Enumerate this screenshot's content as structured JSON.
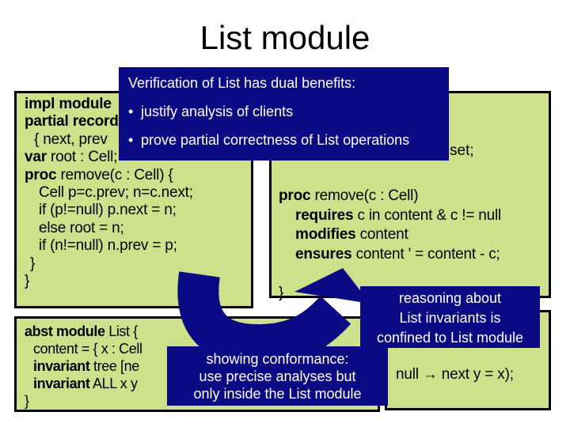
{
  "slide": {
    "title": "List module"
  },
  "colors": {
    "background": "#ffffff",
    "box_fill_green": "#cde08a",
    "box_border": "#000000",
    "callout_navy": "#0a0a84",
    "callout_text": "#ffffff",
    "code_text": "#000000"
  },
  "impl_box": {
    "lines": [
      {
        "pad": 10,
        "segs": [
          [
            "b",
            "impl module"
          ]
        ]
      },
      {
        "pad": 10,
        "segs": [
          [
            "b",
            "partial record"
          ]
        ]
      },
      {
        "pad": 22,
        "segs": [
          [
            "r",
            "{ next, prev"
          ]
        ]
      },
      {
        "pad": 10,
        "segs": [
          [
            "b",
            "var"
          ],
          [
            "r",
            " root : Cell;"
          ]
        ]
      },
      {
        "pad": 10,
        "segs": [
          [
            "b",
            "proc"
          ],
          [
            "r",
            " remove(c : Cell) {"
          ]
        ]
      },
      {
        "pad": 28,
        "segs": [
          [
            "r",
            "Cell p=c.prev; n=c.next;"
          ]
        ]
      },
      {
        "pad": 28,
        "segs": [
          [
            "r",
            "if (p!=null) p.next = n;"
          ]
        ]
      },
      {
        "pad": 28,
        "segs": [
          [
            "r",
            "else root = n;"
          ]
        ]
      },
      {
        "pad": 28,
        "segs": [
          [
            "r",
            "if (n!=null) n.prev = p;"
          ]
        ]
      },
      {
        "pad": 17,
        "segs": [
          [
            "r",
            "}"
          ]
        ]
      },
      {
        "pad": 10,
        "segs": [
          [
            "r",
            "}"
          ]
        ]
      }
    ]
  },
  "spec_box": {
    "fragment": "set;",
    "lines": [
      {
        "pad": 9,
        "segs": [
          [
            "b",
            "proc"
          ],
          [
            "r",
            " remove(c : Cell)"
          ]
        ]
      },
      {
        "pad": 30,
        "segs": [
          [
            "b",
            "requires"
          ],
          [
            "r",
            " c in content & c != null"
          ]
        ]
      },
      {
        "pad": 30,
        "segs": [
          [
            "b",
            "modifies"
          ],
          [
            "r",
            " content"
          ]
        ]
      },
      {
        "pad": 30,
        "segs": [
          [
            "b",
            "ensures"
          ],
          [
            "r",
            " content ' = content - c;"
          ]
        ]
      },
      {
        "pad": 9,
        "segs": []
      },
      {
        "pad": 9,
        "segs": [
          [
            "r",
            "}"
          ]
        ]
      }
    ]
  },
  "abst_box": {
    "lines": [
      {
        "pad": 10,
        "segs": [
          [
            "b",
            "abst module"
          ],
          [
            "r",
            " List {"
          ]
        ]
      },
      {
        "pad": 21,
        "segs": [
          [
            "r",
            "content = { x : Cell"
          ]
        ]
      },
      {
        "pad": 21,
        "segs": [
          [
            "b",
            "invariant"
          ],
          [
            "r",
            " tree [ne"
          ]
        ]
      },
      {
        "pad": 21,
        "segs": [
          [
            "b",
            "invariant"
          ],
          [
            "r",
            " ALL x y"
          ]
        ]
      },
      {
        "pad": 10,
        "segs": [
          [
            "r",
            "}"
          ]
        ]
      }
    ]
  },
  "fragment_box": {
    "text": "null → next y = x);"
  },
  "callouts": {
    "benefits": {
      "title": "Verification of List has dual benefits:",
      "bullet_glyph": "•",
      "bullets": [
        "justify analysis of clients",
        "prove partial correctness of List operations"
      ]
    },
    "conformance": {
      "lines": [
        "showing conformance:",
        "use precise analyses but",
        "only inside the List module"
      ]
    },
    "reasoning": {
      "lines": [
        "reasoning about",
        "List invariants is",
        "confined to List module"
      ]
    }
  }
}
